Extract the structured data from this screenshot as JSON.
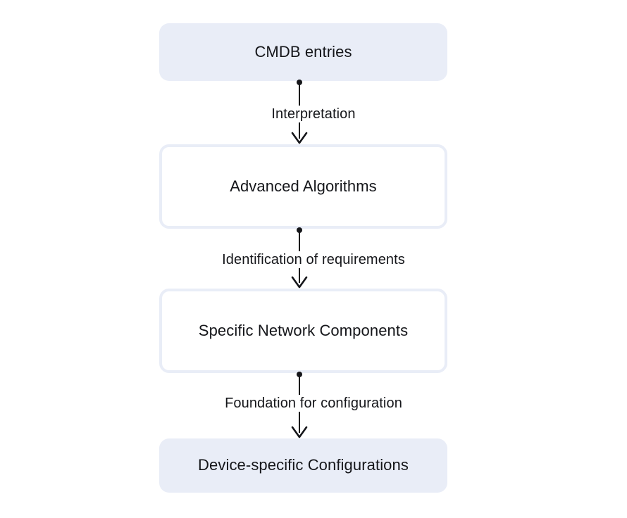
{
  "diagram": {
    "type": "flowchart",
    "orientation": "top-to-bottom",
    "background_color": "#ffffff",
    "text_color": "#15161a",
    "accent_color": "#e9edf7",
    "nodes": [
      {
        "id": "cmdb-entries",
        "label": "CMDB entries",
        "style": "filled"
      },
      {
        "id": "advanced-algorithms",
        "label": "Advanced Algorithms",
        "style": "outlined"
      },
      {
        "id": "specific-network-components",
        "label": "Specific Network Components",
        "style": "outlined"
      },
      {
        "id": "device-specific-configurations",
        "label": "Device-specific Configurations",
        "style": "filled"
      }
    ],
    "edges": [
      {
        "id": "edge-interpretation",
        "from": "cmdb-entries",
        "to": "advanced-algorithms",
        "label": "Interpretation"
      },
      {
        "id": "edge-identification",
        "from": "advanced-algorithms",
        "to": "specific-network-components",
        "label": "Identification of requirements"
      },
      {
        "id": "edge-foundation",
        "from": "specific-network-components",
        "to": "device-specific-configurations",
        "label": "Foundation for configuration"
      }
    ],
    "connector_style": {
      "source_marker": "filled-dot",
      "target_marker": "chevron-arrowhead",
      "line_color": "#15161a"
    }
  }
}
